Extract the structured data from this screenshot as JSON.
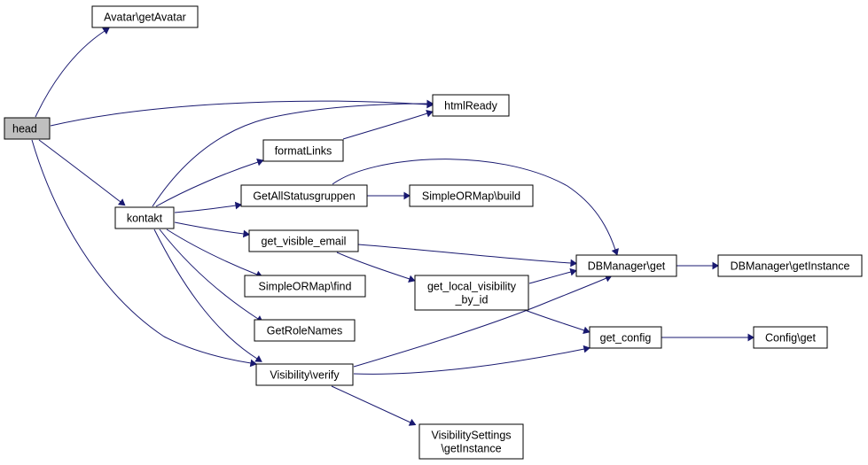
{
  "diagram": {
    "type": "call-graph",
    "nodes": [
      {
        "id": "head",
        "lines": [
          "head"
        ],
        "highlight": true
      },
      {
        "id": "getAvatar",
        "lines": [
          "Avatar\\getAvatar"
        ]
      },
      {
        "id": "htmlReady",
        "lines": [
          "htmlReady"
        ]
      },
      {
        "id": "kontakt",
        "lines": [
          "kontakt"
        ]
      },
      {
        "id": "formatLinks",
        "lines": [
          "formatLinks"
        ]
      },
      {
        "id": "getAllStatusgruppen",
        "lines": [
          "GetAllStatusgruppen"
        ]
      },
      {
        "id": "simpleOrmapBuild",
        "lines": [
          "SimpleORMap\\build"
        ]
      },
      {
        "id": "getVisibleEmail",
        "lines": [
          "get_visible_email"
        ]
      },
      {
        "id": "simpleOrmapFind",
        "lines": [
          "SimpleORMap\\find"
        ]
      },
      {
        "id": "getLocalVisibility",
        "lines": [
          "get_local_visibility",
          "_by_id"
        ]
      },
      {
        "id": "getRoleNames",
        "lines": [
          "GetRoleNames"
        ]
      },
      {
        "id": "visibilityVerify",
        "lines": [
          "Visibility\\verify"
        ]
      },
      {
        "id": "dbManagerGet",
        "lines": [
          "DBManager\\get"
        ]
      },
      {
        "id": "dbManagerGetInstance",
        "lines": [
          "DBManager\\getInstance"
        ]
      },
      {
        "id": "getConfig",
        "lines": [
          "get_config"
        ]
      },
      {
        "id": "configGet",
        "lines": [
          "Config\\get"
        ]
      },
      {
        "id": "visibilitySettingsGetInstance",
        "lines": [
          "VisibilitySettings",
          "\\getInstance"
        ]
      }
    ],
    "edges": [
      {
        "from": "head",
        "to": "getAvatar"
      },
      {
        "from": "head",
        "to": "htmlReady"
      },
      {
        "from": "head",
        "to": "kontakt"
      },
      {
        "from": "head",
        "to": "visibilityVerify"
      },
      {
        "from": "kontakt",
        "to": "htmlReady"
      },
      {
        "from": "kontakt",
        "to": "formatLinks"
      },
      {
        "from": "kontakt",
        "to": "getAllStatusgruppen"
      },
      {
        "from": "kontakt",
        "to": "getVisibleEmail"
      },
      {
        "from": "kontakt",
        "to": "simpleOrmapFind"
      },
      {
        "from": "kontakt",
        "to": "getRoleNames"
      },
      {
        "from": "kontakt",
        "to": "visibilityVerify"
      },
      {
        "from": "formatLinks",
        "to": "htmlReady"
      },
      {
        "from": "getAllStatusgruppen",
        "to": "simpleOrmapBuild"
      },
      {
        "from": "getAllStatusgruppen",
        "to": "dbManagerGet"
      },
      {
        "from": "getVisibleEmail",
        "to": "dbManagerGet"
      },
      {
        "from": "getVisibleEmail",
        "to": "getLocalVisibility"
      },
      {
        "from": "getLocalVisibility",
        "to": "dbManagerGet"
      },
      {
        "from": "getLocalVisibility",
        "to": "getConfig"
      },
      {
        "from": "visibilityVerify",
        "to": "dbManagerGet"
      },
      {
        "from": "visibilityVerify",
        "to": "getConfig"
      },
      {
        "from": "visibilityVerify",
        "to": "visibilitySettingsGetInstance"
      },
      {
        "from": "dbManagerGet",
        "to": "dbManagerGetInstance"
      },
      {
        "from": "getConfig",
        "to": "configGet"
      }
    ]
  },
  "colors": {
    "edge": "#191970",
    "node_border": "#000000",
    "node_fill": "#ffffff",
    "highlight_fill": "#bfbfbf"
  }
}
